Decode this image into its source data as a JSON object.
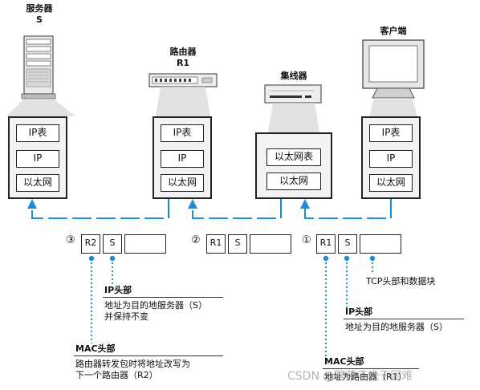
{
  "nodes": {
    "server": {
      "title": "服务器",
      "sub": "S"
    },
    "router": {
      "title": "路由器",
      "sub": "R1"
    },
    "hub": {
      "title": "集线器"
    },
    "client": {
      "title": "客户端"
    }
  },
  "stacks": {
    "server": [
      "IP表",
      "IP",
      "以太网"
    ],
    "router": [
      "IP表",
      "IP",
      "以太网"
    ],
    "hub": [
      "以太网表",
      "以太网"
    ],
    "client": [
      "IP表",
      "IP",
      "以太网"
    ]
  },
  "packets": [
    {
      "marker": "③",
      "mac": "R2",
      "ip": "S"
    },
    {
      "marker": "②",
      "mac": "R1",
      "ip": "S"
    },
    {
      "marker": "①",
      "mac": "R1",
      "ip": "S"
    }
  ],
  "notes": {
    "tcp": "TCP头部和数据块",
    "ip1_title": "IP头部",
    "ip1_body": "地址为目的地服务器（S）",
    "mac1_title": "MAC头部",
    "mac1_body": "地址为路由器（R1）",
    "ip3_title": "IP头部",
    "ip3_line1": "地址为目的地服务器（S）",
    "ip3_line2": "并保持不变",
    "mac3_title": "MAC头部",
    "mac3_line1": "路由器转发包时将地址改写为",
    "mac3_line2": "下一个路由器（R2）"
  },
  "watermark": "CSDN @繁荣不晚于困难",
  "colors": {
    "flow": "#1a8fd8",
    "line": "#222222",
    "stack_bg": "#f2f2f2"
  }
}
